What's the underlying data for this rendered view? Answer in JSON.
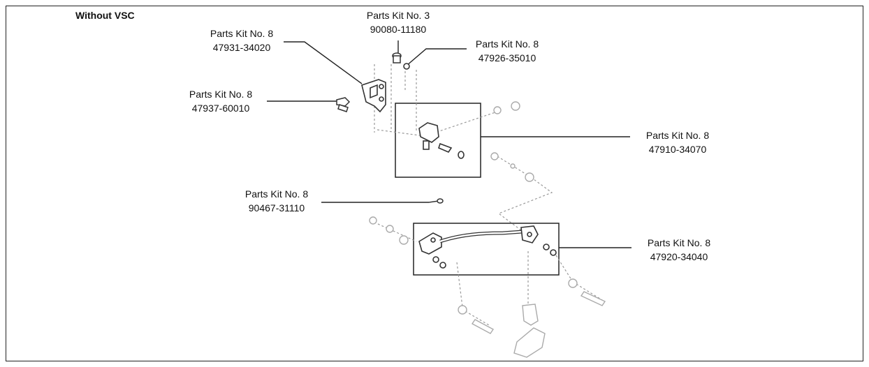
{
  "title": "Without VSC",
  "callouts": [
    {
      "id": "kit3-90080",
      "kit": "Parts Kit No. 3",
      "part": "90080-11180"
    },
    {
      "id": "kit8-47931",
      "kit": "Parts Kit No. 8",
      "part": "47931-34020"
    },
    {
      "id": "kit8-47926",
      "kit": "Parts Kit No. 8",
      "part": "47926-35010"
    },
    {
      "id": "kit8-47937",
      "kit": "Parts Kit No. 8",
      "part": "47937-60010"
    },
    {
      "id": "kit8-47910",
      "kit": "Parts Kit No. 8",
      "part": "47910-34070"
    },
    {
      "id": "kit8-90467",
      "kit": "Parts Kit No. 8",
      "part": "90467-31110"
    },
    {
      "id": "kit8-47920",
      "kit": "Parts Kit No. 8",
      "part": "47920-34040"
    }
  ]
}
